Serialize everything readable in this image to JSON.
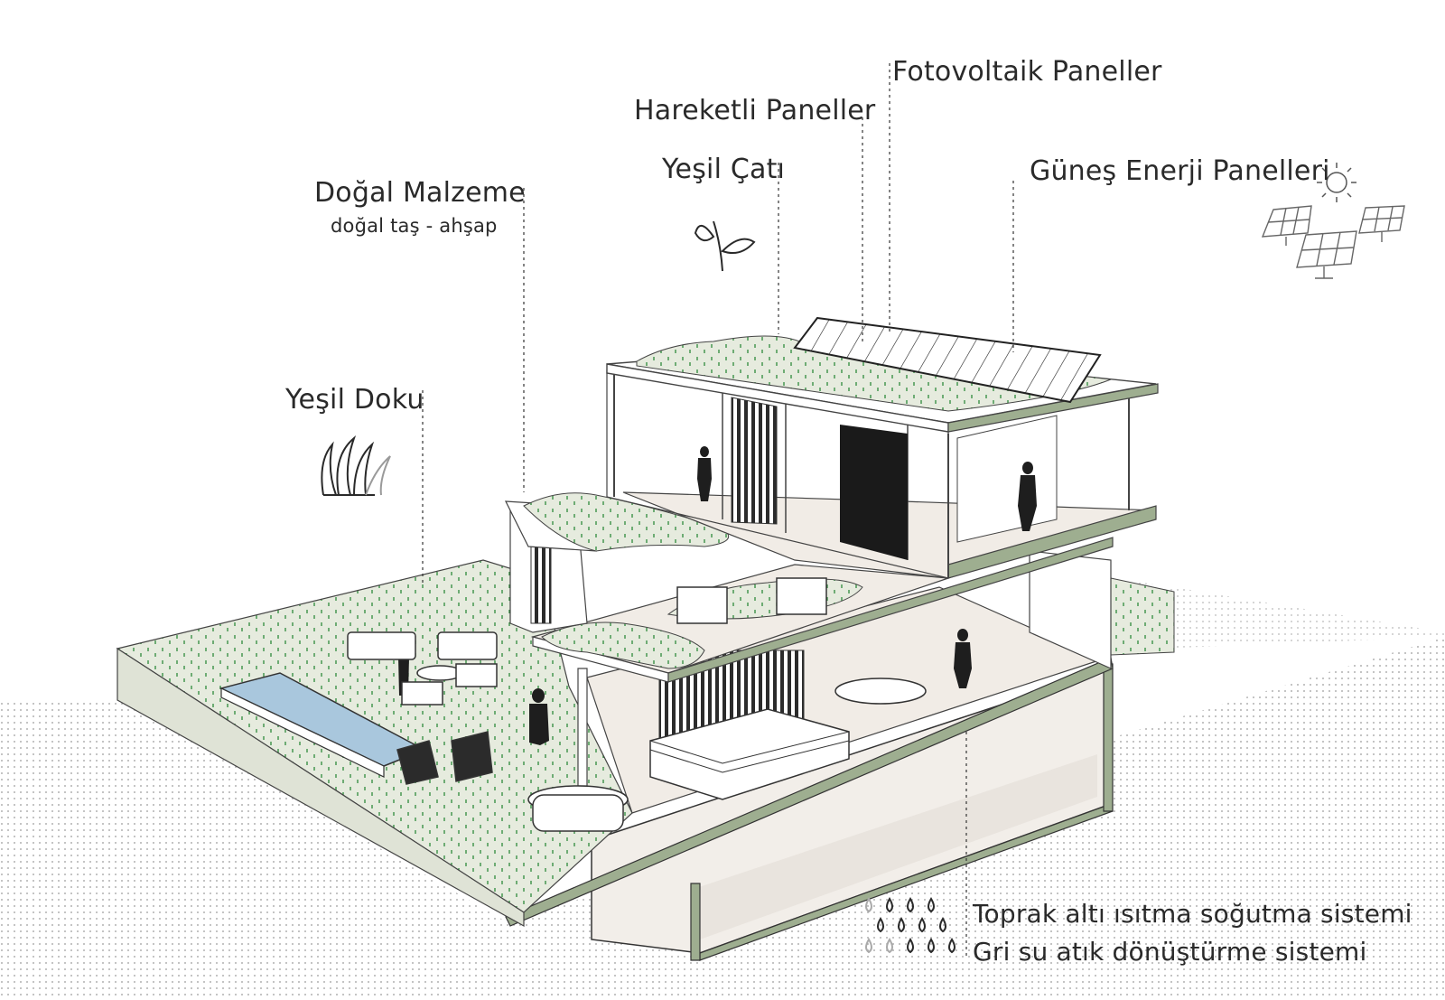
{
  "labels": {
    "fotovoltaik": "Fotovoltaik Paneller",
    "hareketli": "Hareketli Paneller",
    "yesil_cati": "Yeşil Çatı",
    "gunes": "Güneş Enerji Panelleri",
    "dogal_title": "Doğal Malzeme",
    "dogal_sub": "doğal taş - ahşap",
    "yesil_doku": "Yeşil Doku"
  },
  "legend": {
    "line1": "Toprak altı ısıtma soğutma sistemi",
    "line2": "Gri su atık dönüştürme sistemi"
  },
  "icons": [
    "leaf-sprout-icon",
    "grass-icon",
    "sun-icon",
    "solar-panels-icon",
    "water-drops-icon"
  ],
  "colors": {
    "wall_green": "#9eae90",
    "grass_fill": "#e6ebde",
    "grass_mark": "#2e8a3a",
    "pool_blue": "#a9c7dd",
    "concrete": "#f1ece6",
    "dark_panel": "#1a1a1a",
    "ink": "#2a2a2a"
  }
}
